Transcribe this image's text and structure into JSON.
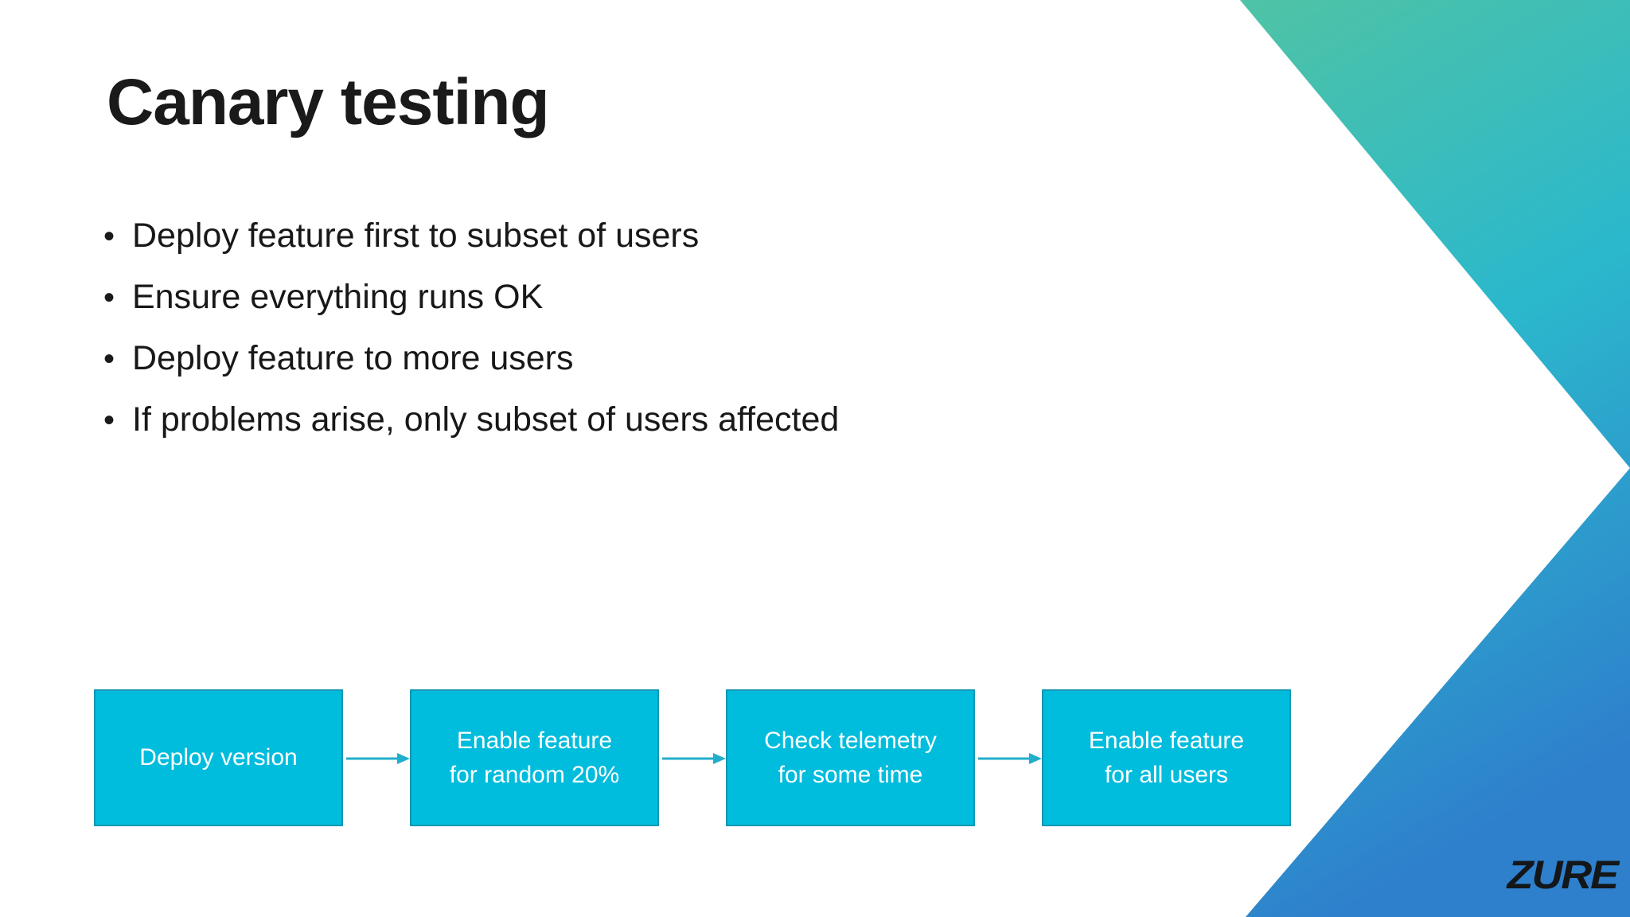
{
  "slide": {
    "title": "Canary testing",
    "bullet_marker": "•",
    "bullets": [
      "Deploy feature first to subset of users",
      "Ensure everything runs OK",
      "Deploy feature to more users",
      "If problems arise, only subset of users affected"
    ]
  },
  "flow": {
    "steps": [
      {
        "lines": [
          "Deploy version"
        ]
      },
      {
        "lines": [
          "Enable feature",
          "for random 20%"
        ]
      },
      {
        "lines": [
          "Check telemetry",
          "for some time"
        ]
      },
      {
        "lines": [
          "Enable feature",
          "for all users"
        ]
      }
    ],
    "arrow_count": 3
  },
  "branding": {
    "logo_text": "ZURE"
  },
  "colors": {
    "background": "#FFFFFF",
    "title_text": "#1A1A1A",
    "body_text": "#181818",
    "box_fill": "#00BCDD",
    "box_border": "#1497B5",
    "box_text": "#FFFFFF",
    "arrow": "#21AECB",
    "chevron_top": "#4FC3A5",
    "chevron_mid": "#2BB8CC",
    "chevron_bottom": "#2E80CC",
    "logo_text": "#14171A"
  }
}
